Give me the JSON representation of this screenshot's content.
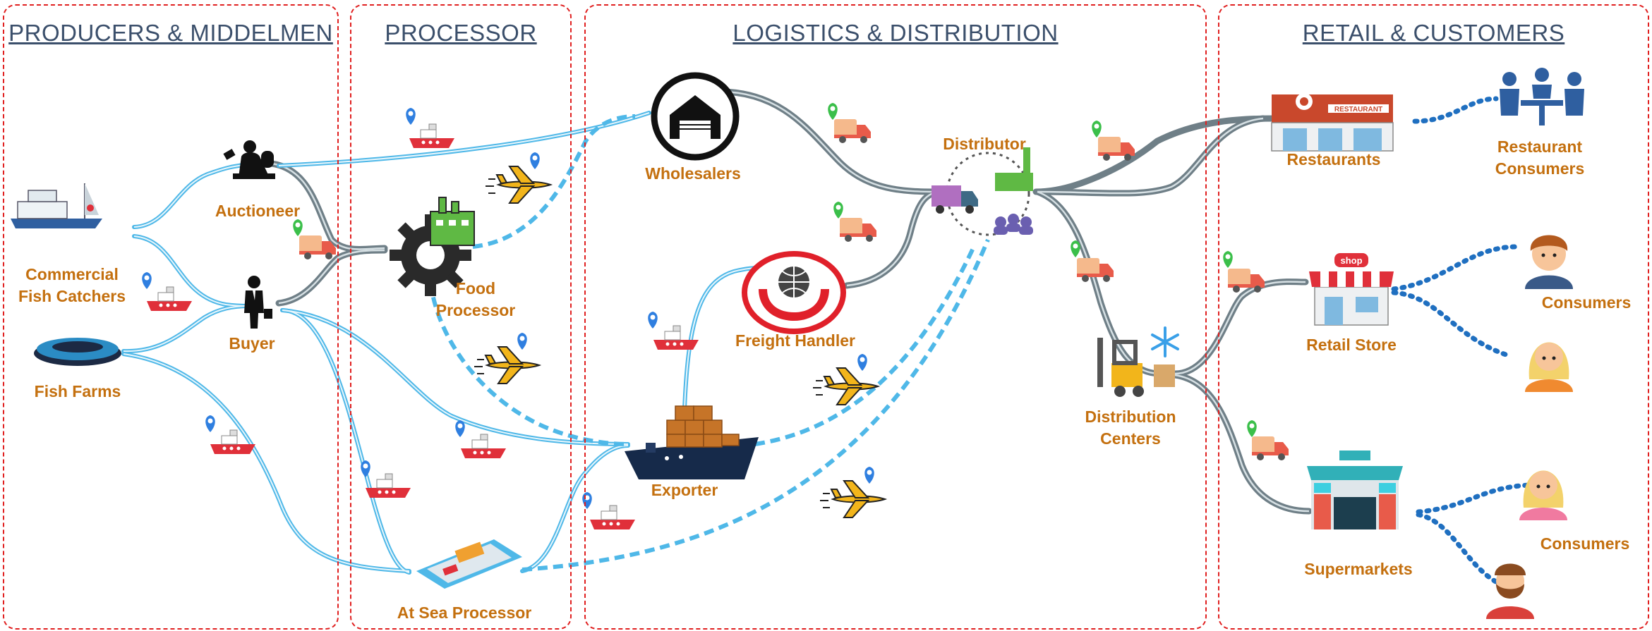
{
  "sections": {
    "producers": "PRODUCERS & MIDDELMEN",
    "processor": "PROCESSOR",
    "logistics": "LOGISTICS & DISTRIBUTION",
    "retail": "RETAIL & CUSTOMERS"
  },
  "nodes": {
    "commercial_fish_catchers": [
      "Commercial",
      "Fish Catchers"
    ],
    "fish_farms": "Fish  Farms",
    "auctioneer": "Auctioneer",
    "buyer": "Buyer",
    "food_processor": [
      "Food",
      "Processor"
    ],
    "at_sea_processor": "At Sea Processor",
    "wholesalers": "Wholesalers",
    "distributor": "Distributor",
    "freight_handler": "Freight Handler",
    "exporter": "Exporter",
    "distribution_centers": [
      "Distribution",
      "Centers"
    ],
    "restaurants": "Restaurants",
    "restaurant_consumers": [
      "Restaurant",
      "Consumers"
    ],
    "retail_store": "Retail Store",
    "supermarkets": "Supermarkets",
    "consumers_top": "Consumers",
    "consumers_bottom": "Consumers"
  },
  "icon_text": {
    "restaurant_sign": "RESTAURANT",
    "shop_sign": "shop"
  },
  "colors": {
    "section_border": "#e02020",
    "label": "#c4700f",
    "title": "#3b4f6b",
    "sea_route": "#4fb8e8",
    "road": "#6f7f87",
    "customer_link": "#1f6fc0"
  }
}
